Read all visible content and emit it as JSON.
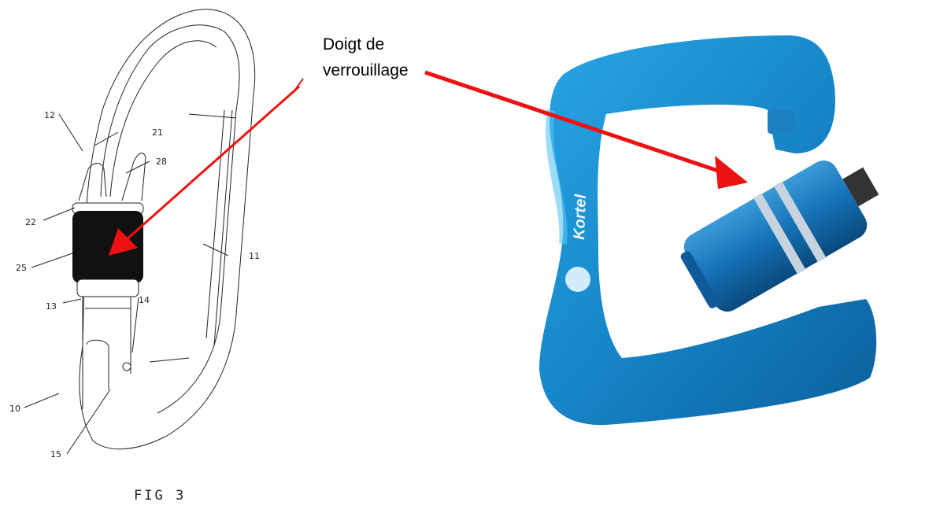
{
  "patent_figure": {
    "caption": "FIG 3",
    "reference_numbers": {
      "n12": "12",
      "n21": "21",
      "n28": "28",
      "n22": "22",
      "n25": "25",
      "n11": "11",
      "n13": "13",
      "n14": "14",
      "n10": "10",
      "n15": "15"
    }
  },
  "annotation": {
    "line1": "Doigt de",
    "line2": "verrouillage",
    "arrow_color": "#ee1111"
  },
  "photo": {
    "brand_logo": "Kortel",
    "body_color": "#1a8fd0"
  }
}
